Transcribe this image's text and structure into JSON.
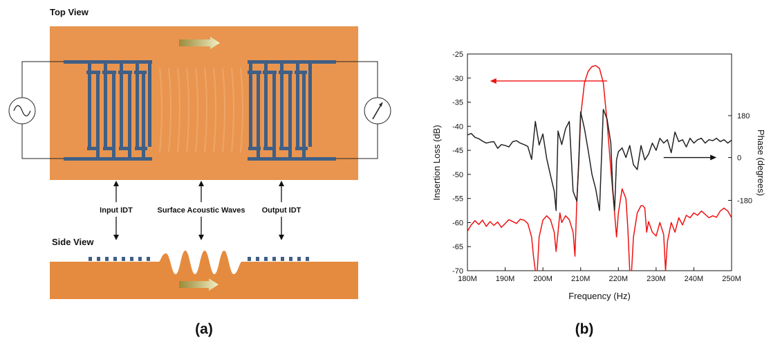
{
  "panel_a": {
    "top_view_label": "Top View",
    "side_view_label": "Side View",
    "input_idt_label": "Input IDT",
    "saw_label": "Surface Acoustic Waves",
    "output_idt_label": "Output IDT",
    "caption": "(a)",
    "colors": {
      "substrate": "#e9954f",
      "substrate_dark": "#e58b3f",
      "electrode": "#3f5f86"
    }
  },
  "panel_b": {
    "caption": "(b)",
    "chart_data": {
      "type": "line",
      "xlabel": "Frequency (Hz)",
      "ylabel": "Insertion Loss (dB)",
      "y2label": "Phase (degrees)",
      "xlim": [
        180,
        250
      ],
      "ylim": [
        -70,
        -25
      ],
      "x_ticks": [
        "180M",
        "190M",
        "200M",
        "210M",
        "220M",
        "230M",
        "240M",
        "250M"
      ],
      "y_ticks": [
        "-25",
        "-30",
        "-35",
        "-40",
        "-45",
        "-50",
        "-55",
        "-60",
        "-65",
        "-70"
      ],
      "y2_ticks": [
        "180",
        "0",
        "-180"
      ],
      "y2_tick_positions_db": [
        -37.8,
        -46.5,
        -55.4
      ],
      "grid": false,
      "series": [
        {
          "color": "#ee1111",
          "axis": "left",
          "x": [
            180,
            181,
            182,
            183,
            184,
            185,
            186,
            187,
            188,
            189,
            190,
            191,
            192,
            193,
            194,
            195,
            196,
            197,
            197.5,
            198,
            198.5,
            199,
            200,
            201,
            202,
            203,
            203.5,
            204,
            204.5,
            205,
            206,
            207,
            208,
            208.5,
            209,
            209.5,
            210,
            211,
            212,
            213,
            214,
            215,
            216,
            217,
            218,
            219,
            219.5,
            220,
            221,
            222,
            222.5,
            223,
            223.5,
            224,
            225,
            226,
            226.5,
            227,
            227.5,
            228,
            229,
            230,
            231,
            232,
            232.5,
            233,
            234,
            235,
            236,
            237,
            238,
            239,
            240,
            241,
            242,
            243,
            244,
            245,
            246,
            247,
            248,
            249,
            250
          ],
          "y": [
            -61.8,
            -60.5,
            -59.6,
            -60.4,
            -59.5,
            -60.8,
            -59.8,
            -60.6,
            -59.9,
            -61,
            -60.2,
            -59.4,
            -59.8,
            -60.2,
            -59.3,
            -59.5,
            -60.2,
            -63,
            -67,
            -70,
            -70,
            -63,
            -59.5,
            -58.6,
            -59.4,
            -62,
            -66,
            -62,
            -58,
            -60,
            -58.6,
            -59.4,
            -62,
            -67,
            -55,
            -48,
            -38,
            -31,
            -28.6,
            -27.6,
            -27.4,
            -28,
            -31,
            -39,
            -49,
            -58,
            -63,
            -58,
            -53,
            -55,
            -61,
            -70,
            -70,
            -63,
            -58,
            -56.5,
            -56.5,
            -57,
            -62,
            -59.8,
            -62,
            -62.8,
            -60,
            -62.5,
            -70,
            -64,
            -60,
            -62,
            -59,
            -60.5,
            -58.5,
            -59,
            -58,
            -58.5,
            -57.6,
            -58.3,
            -59,
            -58.6,
            -58.9,
            -57.6,
            -57,
            -57.6,
            -59
          ]
        },
        {
          "color": "#222222",
          "axis": "right",
          "x": [
            180,
            181,
            182,
            183,
            184,
            185,
            186,
            187,
            188,
            189,
            190,
            191,
            192,
            193,
            194,
            195,
            196,
            197,
            198,
            199,
            200,
            201,
            202,
            203,
            203.5,
            204,
            205,
            206,
            207,
            208,
            209,
            209.5,
            210,
            211,
            212,
            213,
            214,
            215,
            216,
            217,
            218,
            218.5,
            219,
            219.5,
            220,
            221,
            222,
            223,
            224,
            225,
            226,
            227,
            228,
            229,
            230,
            231,
            232,
            233,
            234,
            235,
            236,
            237,
            238,
            239,
            240,
            241,
            242,
            243,
            244,
            245,
            246,
            247,
            248,
            249,
            250
          ],
          "y": [
            -41.8,
            -41.5,
            -42.3,
            -42.6,
            -43.1,
            -43.5,
            -43.3,
            -43.2,
            -44.6,
            -43.8,
            -44,
            -44.3,
            -43.2,
            -43,
            -43.5,
            -43.8,
            -44.2,
            -46.9,
            -39,
            -43.9,
            -41.6,
            -46.7,
            -50.2,
            -53.5,
            -57.5,
            -41,
            -43.8,
            -40.5,
            -39,
            -53.5,
            -55.6,
            -47,
            -37,
            -40.5,
            -45,
            -50,
            -53,
            -57.5,
            -36.5,
            -38.5,
            -43.5,
            -53,
            -57.5,
            -47,
            -45.3,
            -44.5,
            -46.5,
            -44,
            -48,
            -49,
            -44,
            -47,
            -45.8,
            -43.5,
            -45,
            -42.5,
            -43.5,
            -42.8,
            -45.5,
            -41.2,
            -43.2,
            -42.8,
            -44.3,
            -42.5,
            -43.5,
            -42.8,
            -42.5,
            -43.5,
            -42.8,
            -43,
            -42.5,
            -43.2,
            -42.8,
            -43.5,
            -42.9
          ]
        }
      ],
      "annotations": [
        {
          "type": "arrow",
          "color": "#ee1111",
          "direction": "left",
          "y_db": -30.6,
          "x_from": 217,
          "x_to": 186
        },
        {
          "type": "arrow",
          "color": "#111111",
          "direction": "right",
          "y_db": -46.5,
          "x_from": 232,
          "x_to": 246
        }
      ]
    }
  }
}
